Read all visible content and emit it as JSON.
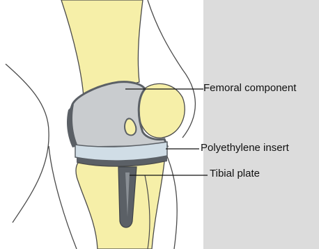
{
  "diagram": {
    "labels": {
      "femoral": "Femoral component",
      "polyethylene": "Polyethylene insert",
      "tibial": "Tibial plate"
    }
  },
  "colors": {
    "background": "#dcdcdc",
    "panel": "#ffffff",
    "bone": "#f6efa8",
    "implant_metal": "#c9cccf",
    "implant_dark": "#5b6066",
    "polyethylene": "#d0dde6",
    "outline": "#4a4a4a"
  }
}
